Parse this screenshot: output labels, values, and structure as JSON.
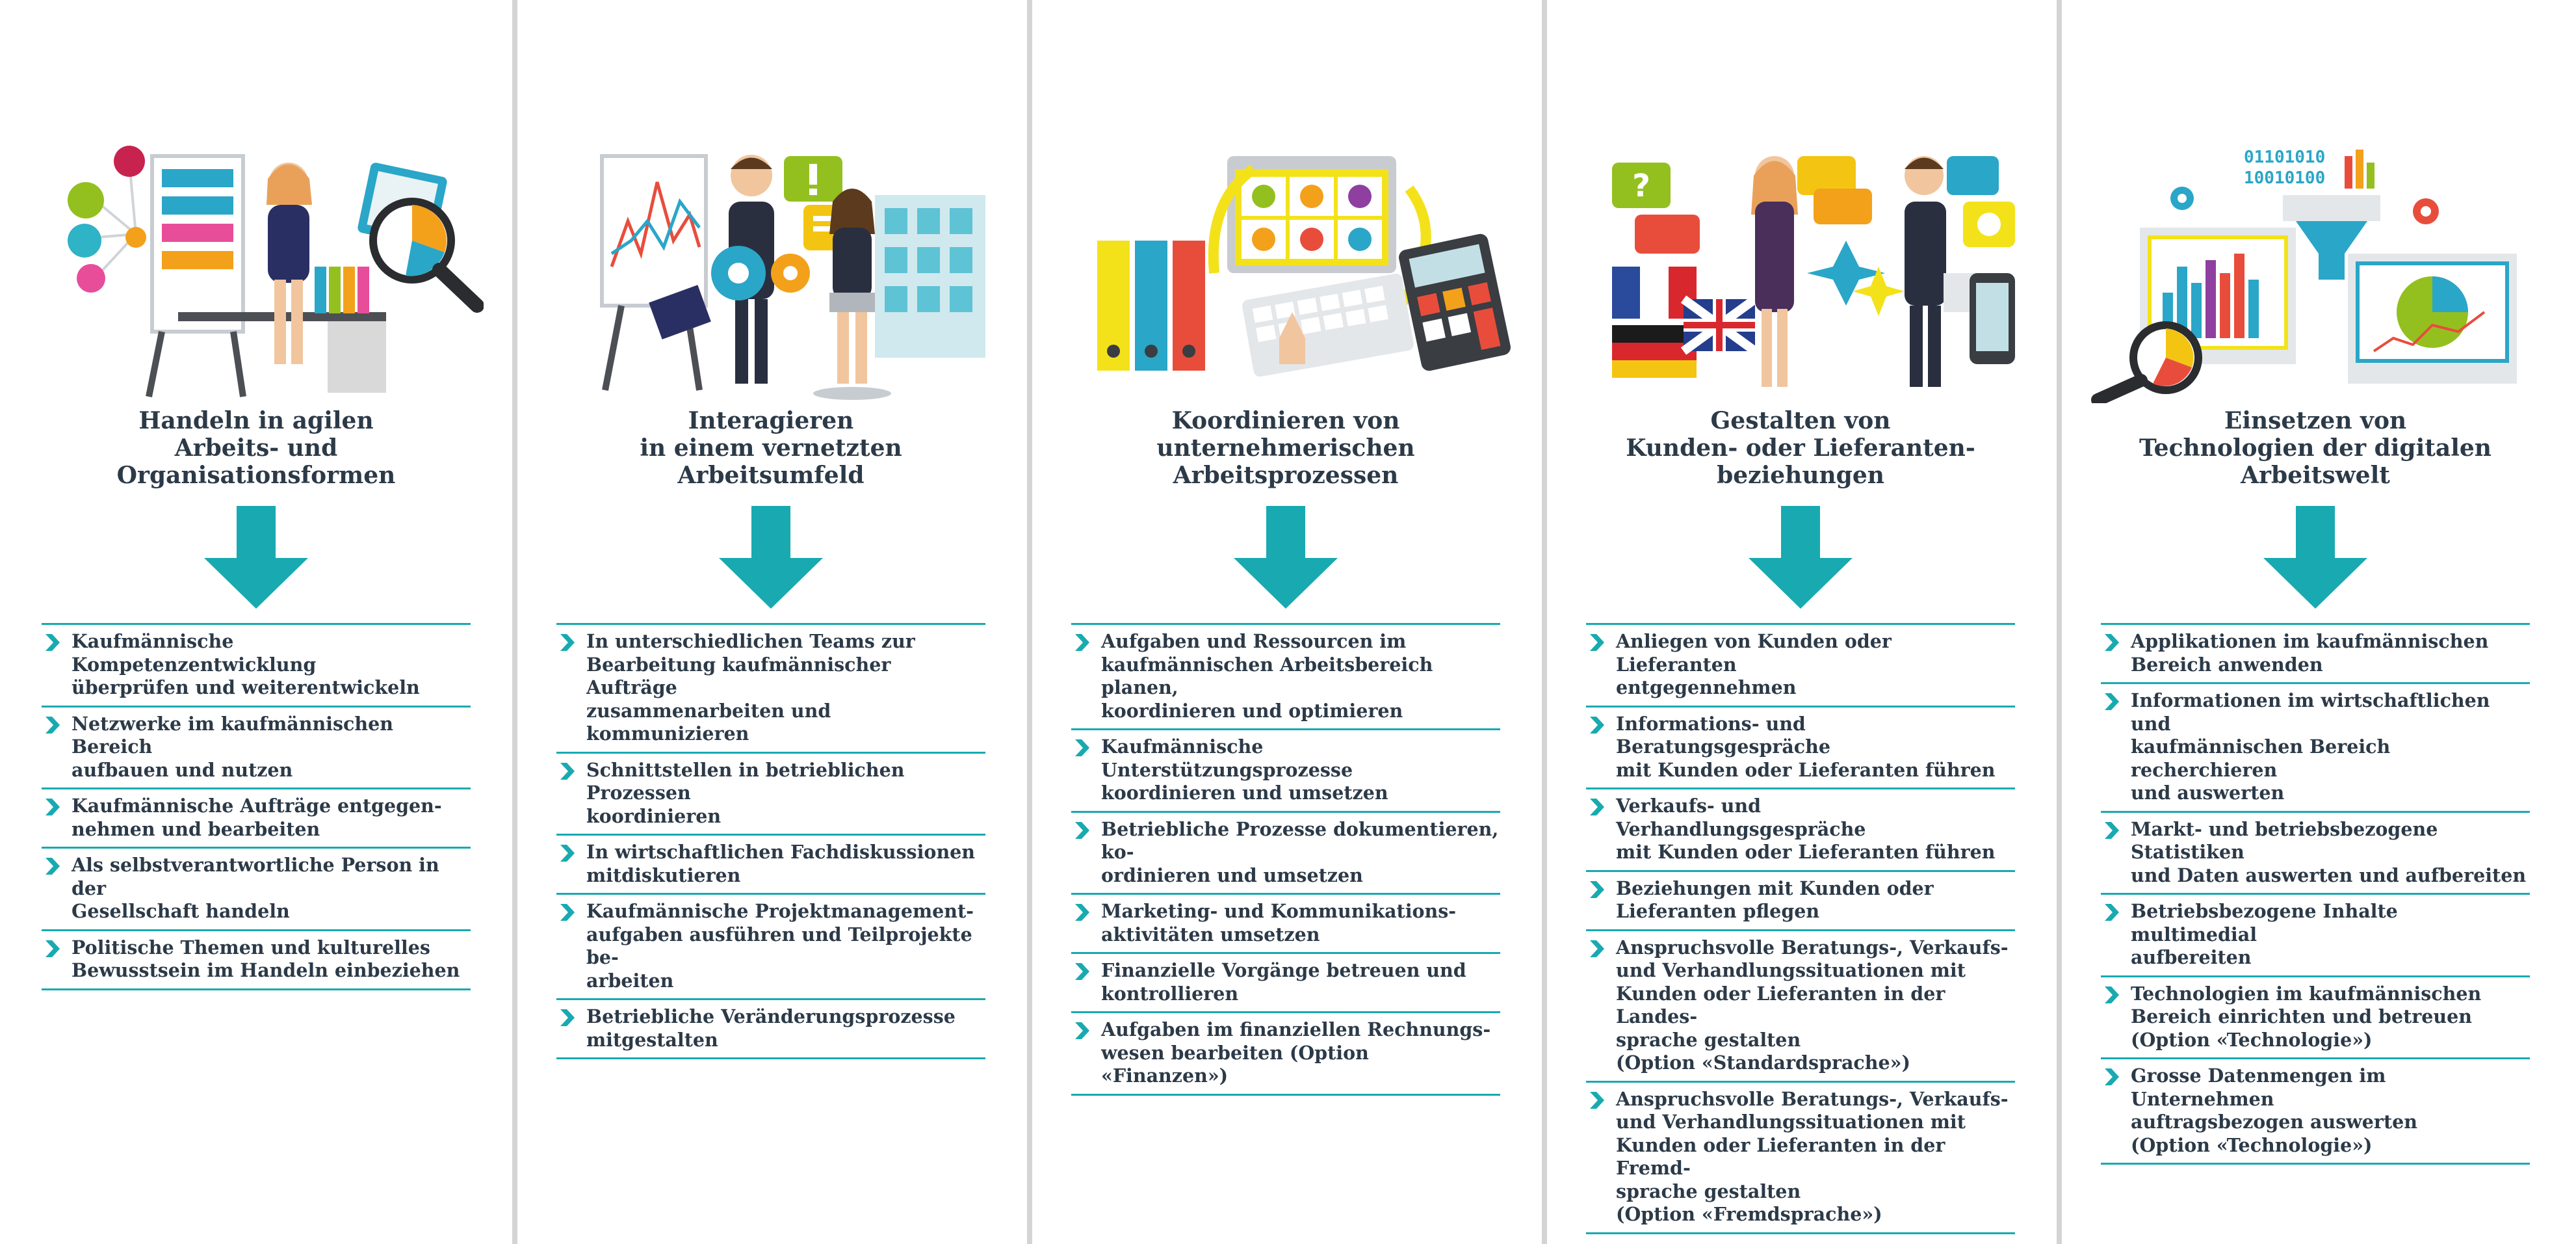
{
  "colors": {
    "accent": "#18aab0",
    "divider": "#d4d4d4",
    "text": "#2c3a48"
  },
  "columns": [
    {
      "heading": "Handeln in agilen\nArbeits- und\nOrganisationsformen",
      "illustration": "office-worker-presentation-illustration",
      "items": [
        "Kaufmännische Kompetenzentwicklung\nüberprüfen und weiterentwickeln",
        "Netzwerke im kaufmännischen Bereich\naufbauen und nutzen",
        "Kaufmännische Aufträge entgegen-\nnehmen und bearbeiten",
        "Als selbstverantwortliche Person in der\nGesellschaft handeln",
        "Politische Themen und kulturelles\nBewusstsein im Handeln einbeziehen"
      ]
    },
    {
      "heading": "Interagieren\nin einem vernetzten\nArbeitsumfeld",
      "illustration": "networked-team-illustration",
      "items": [
        "In unterschiedlichen Teams zur\nBearbeitung kaufmännischer Aufträge\nzusammenarbeiten und kommunizieren",
        "Schnittstellen in betrieblichen Prozessen\nkoordinieren",
        "In wirtschaftlichen Fachdiskussionen\nmitdiskutieren",
        "Kaufmännische Projektmanagement-\naufgaben ausführen und Teilprojekte be-\narbeiten",
        "Betriebliche Veränderungsprozesse\nmitgestalten"
      ]
    },
    {
      "heading": "Koordinieren von\nunternehmerischen\nArbeitsprozessen",
      "illustration": "process-coordination-illustration",
      "items": [
        "Aufgaben und Ressourcen im\nkaufmännischen Arbeitsbereich planen,\nkoordinieren und optimieren",
        "Kaufmännische Unterstützungsprozesse\nkoordinieren und umsetzen",
        "Betriebliche Prozesse dokumentieren, ko-\nordinieren und umsetzen",
        "Marketing- und Kommunikations-\naktivitäten umsetzen",
        "Finanzielle Vorgänge betreuen und\nkontrollieren",
        "Aufgaben im finanziellen Rechnungs-\nwesen bearbeiten (Option «Finanzen»)"
      ]
    },
    {
      "heading": "Gestalten von\nKunden- oder Lieferanten-\nbeziehungen",
      "illustration": "customer-communication-illustration",
      "items": [
        "Anliegen von Kunden oder Lieferanten\nentgegennehmen",
        "Informations- und Beratungsgespräche\nmit Kunden oder Lieferanten führen",
        "Verkaufs- und Verhandlungsgespräche\nmit Kunden oder Lieferanten führen",
        "Beziehungen mit Kunden oder\nLieferanten pflegen",
        "Anspruchsvolle Beratungs-, Verkaufs-\nund Verhandlungssituationen mit\nKunden oder Lieferanten in der Landes-\nsprache gestalten\n(Option «Standardsprache»)",
        "Anspruchsvolle Beratungs-, Verkaufs-\nund Verhandlungssituationen mit\nKunden oder Lieferanten in der Fremd-\nsprache gestalten\n(Option «Fremdsprache»)"
      ]
    },
    {
      "heading": "Einsetzen von\nTechnologien der digitalen\nArbeitswelt",
      "illustration": "digital-technology-illustration",
      "binary_top": "01101010",
      "binary_bottom": "10010100",
      "items": [
        "Applikationen im kaufmännischen\nBereich anwenden",
        "Informationen im wirtschaftlichen und\nkaufmännischen Bereich recherchieren\nund auswerten",
        "Markt- und betriebsbezogene Statistiken\nund Daten auswerten und aufbereiten",
        "Betriebsbezogene Inhalte multimedial\naufbereiten",
        "Technologien im kaufmännischen\nBereich einrichten und betreuen\n(Option «Technologie»)",
        "Grosse Datenmengen im Unternehmen\nauftragsbezogen auswerten\n(Option «Technologie»)"
      ]
    }
  ]
}
